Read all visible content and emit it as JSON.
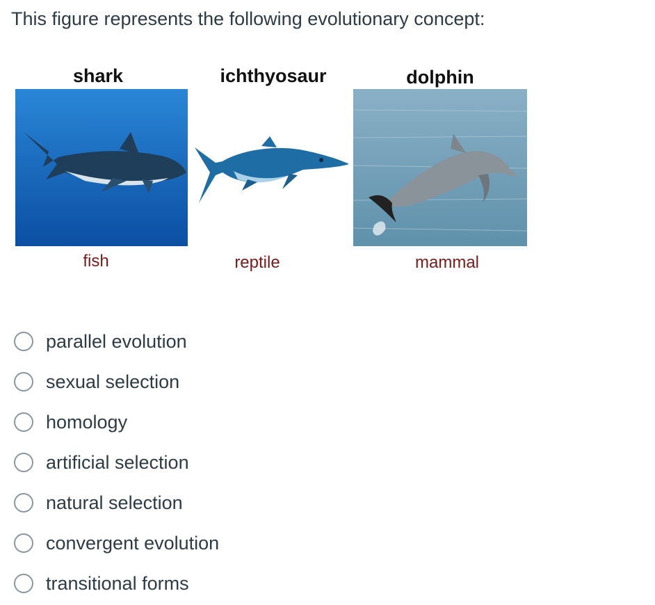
{
  "question": {
    "text": "This figure represents the following evolutionary concept:"
  },
  "figure": {
    "animals": [
      {
        "name": "shark",
        "class": "fish"
      },
      {
        "name": "ichthyosaur",
        "class": "reptile"
      },
      {
        "name": "dolphin",
        "class": "mammal"
      }
    ],
    "colors": {
      "name": "#111111",
      "class": "#7a1a1a",
      "ocean_deep": "#1e6fc0",
      "sea_surface": "#6f9fb6"
    }
  },
  "options": [
    {
      "label": "parallel evolution",
      "selected": false
    },
    {
      "label": "sexual selection",
      "selected": false
    },
    {
      "label": "homology",
      "selected": false
    },
    {
      "label": "artificial selection",
      "selected": false
    },
    {
      "label": "natural selection",
      "selected": false
    },
    {
      "label": "convergent evolution",
      "selected": false
    },
    {
      "label": "transitional forms",
      "selected": false
    }
  ]
}
